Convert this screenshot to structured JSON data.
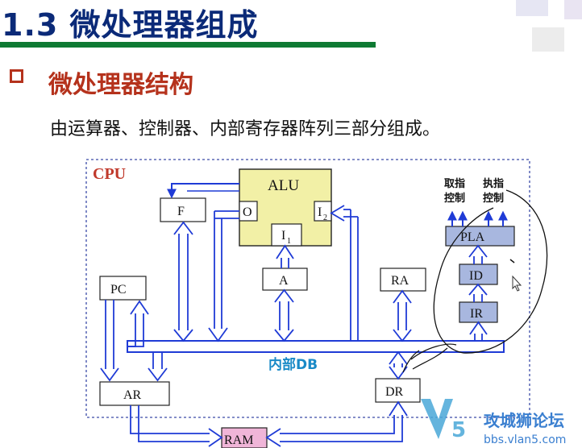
{
  "slide": {
    "title": "1.3 微处理器组成",
    "heading": "微处理器结构",
    "subtitle": "由运算器、控制器、内部寄存器阵列三部分组成。"
  },
  "diagram": {
    "cpu_label": "CPU",
    "alu": "ALU",
    "alu_o": "O",
    "alu_i1": "I",
    "alu_i1_sub": "1",
    "alu_i2": "I",
    "alu_i2_sub": "2",
    "f": "F",
    "a": "A",
    "pc": "PC",
    "ra": "RA",
    "ar": "AR",
    "dr": "DR",
    "ram": "RAM",
    "pla": "PLA",
    "id": "ID",
    "ir": "IR",
    "bus_label": "内部DB",
    "fetch_control_1": "取指",
    "fetch_control_2": "控制",
    "exec_control_1": "执指",
    "exec_control_2": "控制"
  },
  "watermark": {
    "text": "攻城狮论坛",
    "url": "bbs.vlan5.com"
  },
  "colors": {
    "title": "#0b2a78",
    "rule": "#0e7a33",
    "heading": "#b5321c",
    "alu_fill": "#f2f0a6",
    "blue_line": "#1f3bd6",
    "control_fill": "#a8b7df",
    "ram_fill": "#f0b5d8",
    "cpu_label": "#c0392b",
    "bus_label": "#1a8ac7"
  }
}
